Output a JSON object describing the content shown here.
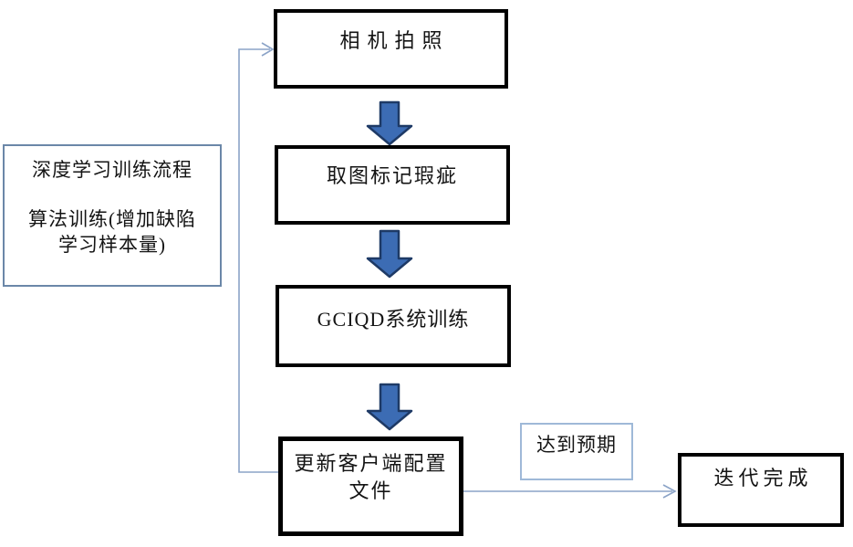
{
  "side_note": {
    "line1": "深度学习训练流程",
    "line2": "算法训练(增加缺陷",
    "line3": "学习样本量)"
  },
  "flow": {
    "camera_label": "相机拍照",
    "mark_label": "取图标记瑕疵",
    "train_label": "GCIQD系统训练",
    "update_label_line1": "更新客户端配置",
    "update_label_line2": "文件",
    "expect_label": "达到预期",
    "done_label": "迭代完成"
  },
  "colors": {
    "block_arrow_fill": "#3c6cb4",
    "block_arrow_border": "#1e3a66",
    "connector_line": "#8ba3c7",
    "box_border": "#000000",
    "note_border": "#6b87a8",
    "expect_border": "#9fb9d8"
  }
}
